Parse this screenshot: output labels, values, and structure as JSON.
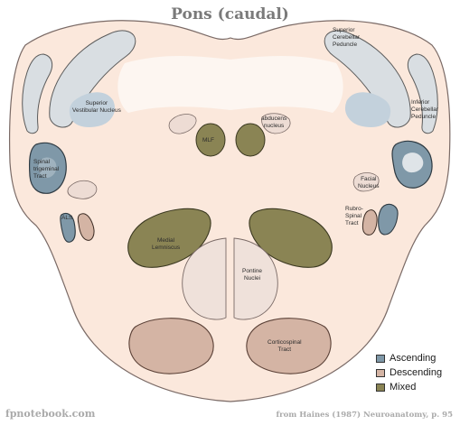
{
  "title": "Pons (caudal)",
  "labels": {
    "superior_cerebellar_peduncle": "Superior\nCerebellar\nPeduncle",
    "superior_vestibular_nucleus": "Superior\nVestibular Nucleus",
    "abducens_nucleus": "abducens\nnucleus",
    "inferior_cerebellar_peduncle": "Inferior\nCerebellar\nPeduncle",
    "mlf": "MLF",
    "spinal_trigeminal_tract": "Spinal\ntrigeminal\nTract",
    "facial_nucleus": "Facial\nNucleus",
    "als": "ALS",
    "rubrospinal_tract": "Rubro-\nSpinal\nTract",
    "medial_lemniscus": "Medial\nLemniscus",
    "pontine_nuclei": "Pontine\nNuclei",
    "corticospinal_tract": "Corticospinal\nTract"
  },
  "legend": [
    {
      "label": "Ascending",
      "color": "#7f98a8"
    },
    {
      "label": "Descending",
      "color": "#d4b4a4"
    },
    {
      "label": "Mixed",
      "color": "#8a8454"
    }
  ],
  "colors": {
    "background": "#fbe8dc",
    "ascending": "#7f98a8",
    "descending": "#d4b4a4",
    "mixed": "#8a8454",
    "peduncle": "#d9dee2",
    "nucleus_light": "#eddcd4",
    "vestibular": "#c3d1dc",
    "pontine": "#efe1da"
  },
  "footer": {
    "left": "fpnotebook.com",
    "right": "from Haines (1987) Neuroanatomy, p. 95"
  }
}
